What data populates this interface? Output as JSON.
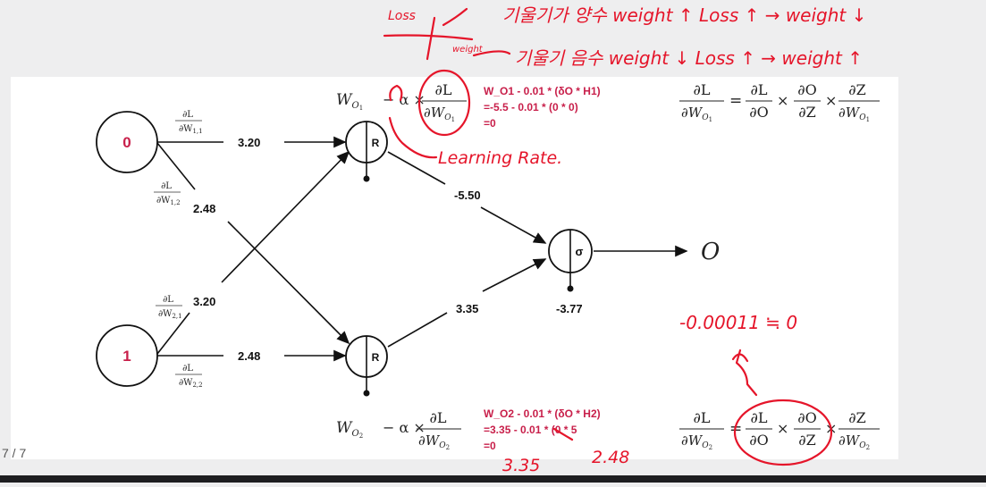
{
  "page_indicator": "7 / 7",
  "nodes": {
    "input_0": "0",
    "input_1": "1",
    "hidden_1": "R",
    "hidden_2": "R",
    "output": "σ",
    "output_symbol": "O"
  },
  "weights": {
    "w11": "3.20",
    "w12": "2.48",
    "w21": "3.20",
    "w22": "2.48",
    "wo1": "-5.50",
    "wo2": "3.35",
    "bias_out": "-3.77"
  },
  "gradient_labels": {
    "dL": "∂L",
    "w11_den": "∂W",
    "w11_sub": "1,1",
    "w12_sub": "1,2",
    "w21_sub": "2,1",
    "w22_sub": "2,2"
  },
  "update_formula": {
    "wo1_lhs": "W",
    "wo1_sub": "O",
    "wo1_subsub": "1",
    "minus_alpha_times": "− α ×",
    "wo2_sub_subsub": "2"
  },
  "updates": {
    "top_line1": "W_O1 - 0.01 * (δO * H1)",
    "top_line2": "=-5.5 - 0.01 * (0 * 0)",
    "top_line3": "=0",
    "bottom_line1": "W_O2 - 0.01 * (δO * H2)",
    "bottom_line2": "=3.35 - 0.01 * (0 * ",
    "bottom_line2_struck": "5",
    "bottom_line3": "=0"
  },
  "chain_rule": {
    "dL": "∂L",
    "dO": "∂O",
    "dZ": "∂Z",
    "eq": "=",
    "times": "×"
  },
  "handwriting": {
    "loss": "Loss",
    "weight": "weight",
    "top_note_1": "기울기가 양수  weight ↑ Loss ↑ → weight ↓",
    "top_note_2": "기울기 음수  weight ↓ Loss ↑ → weight ↑",
    "learning_rate": "Learning Rate.",
    "approx_zero": "-0.00011 ≒ 0",
    "val_335": "3.35",
    "val_248": "2.48"
  },
  "colors": {
    "accent_red": "#c81f4a",
    "ink_red": "#e5152a",
    "panel": "#ffffff",
    "background": "#eeeeef"
  }
}
